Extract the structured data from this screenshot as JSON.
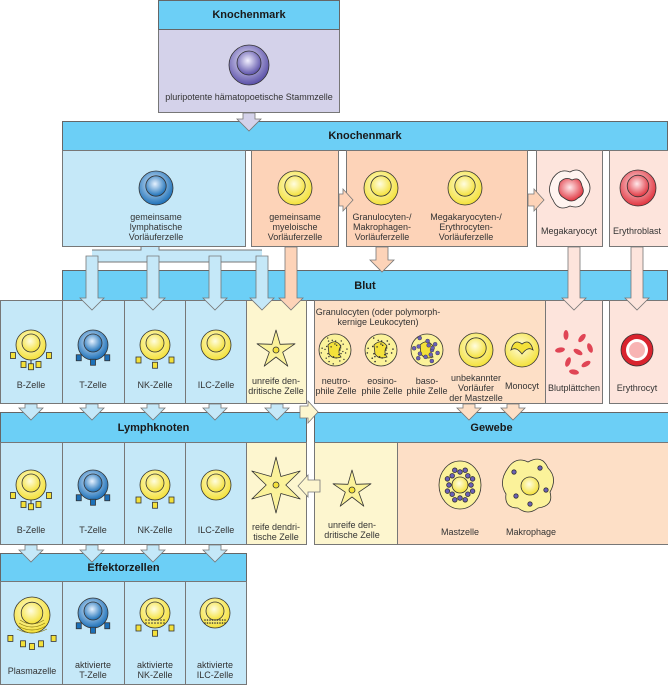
{
  "top": {
    "header": "Knochenmark",
    "stem_cell": "pluripotente hämatopoetische Stammzelle"
  },
  "bone_marrow": {
    "header": "Knochenmark",
    "lymphoid": "gemeinsame\nlymphatische\nVorläuferzelle",
    "myeloid": "gemeinsame\nmyeloische\nVorläuferzelle",
    "gm": "Granulocyten-/\nMakrophagen-\nVorläuferzelle",
    "mep": "Megakaryocyten-/\nErythrocyten-\nVorläuferzelle",
    "megakaryocyte": "Megakaryocyt",
    "erythroblast": "Erythroblast"
  },
  "blood": {
    "header": "Blut",
    "b": "B-Zelle",
    "t": "T-Zelle",
    "nk": "NK-Zelle",
    "ilc": "ILC-Zelle",
    "dc": "unreife den-\ndritische Zelle",
    "granulocytes_title": "Granulocyten (oder polymorph-\nkernige Leukocyten)",
    "neutro": "neutro-\nphile Zelle",
    "eosino": "eosino-\nphile Zelle",
    "baso": "baso-\nphile Zelle",
    "mast_precursor": "unbekannter\nVorläufer\nder Mastzelle",
    "monocyte": "Monocyt",
    "platelets": "Blutplättchen",
    "erythrocyte": "Erythrocyt"
  },
  "lymph_node": {
    "header": "Lymphknoten",
    "b": "B-Zelle",
    "t": "T-Zelle",
    "nk": "NK-Zelle",
    "ilc": "ILC-Zelle",
    "dc": "reife dendri-\ntische Zelle"
  },
  "tissue": {
    "header": "Gewebe",
    "dc": "unreife den-\ndritische Zelle",
    "mast": "Mastzelle",
    "macrophage": "Makrophage"
  },
  "effector": {
    "header": "Effektorzellen",
    "plasma": "Plasmazelle",
    "t": "aktivierte\nT-Zelle",
    "nk": "aktivierte\nNK-Zelle",
    "ilc": "aktivierte\nILC-Zelle"
  },
  "colors": {
    "header": "#6ccff6",
    "lymphoid": "#c5e8f8",
    "myeloid": "#fdd3b8",
    "stem": "#d4d2ea",
    "dc": "#fdf6cf"
  }
}
